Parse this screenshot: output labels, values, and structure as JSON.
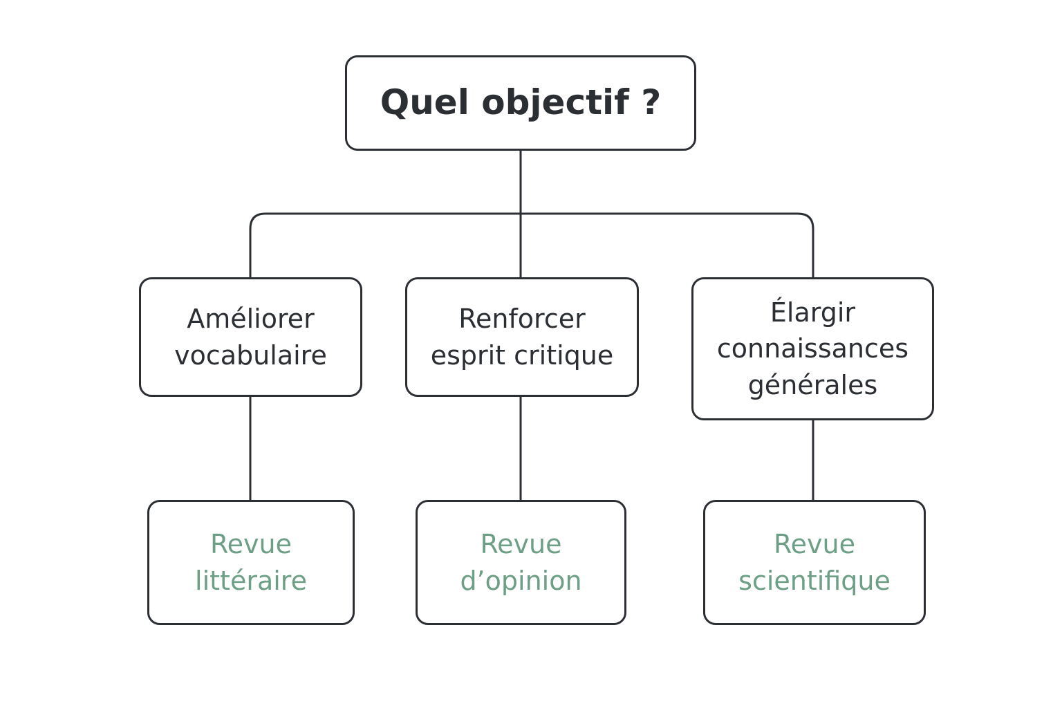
{
  "colors": {
    "stroke": "#2b2f33",
    "text": "#2b2f33",
    "result_text": "#6d9f86",
    "background": "#ffffff"
  },
  "root": {
    "label": "Quel objectif ?"
  },
  "goals": [
    {
      "label": "Améliorer\nvocabulaire"
    },
    {
      "label": "Renforcer\nesprit critique"
    },
    {
      "label": "Élargir\nconnaissances\ngénérales"
    }
  ],
  "results": [
    {
      "label": "Revue\nlittéraire"
    },
    {
      "label": "Revue\nd’opinion"
    },
    {
      "label": "Revue\nscientifique"
    }
  ]
}
